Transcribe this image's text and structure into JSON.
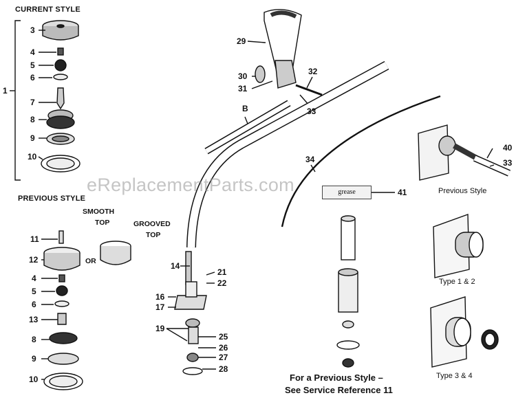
{
  "headings": {
    "current_style": "CURRENT STYLE",
    "previous_style": "PREVIOUS STYLE"
  },
  "captions": {
    "smooth_top": "SMOOTH\nTOP",
    "smooth_top_1": "SMOOTH",
    "smooth_top_2": "TOP",
    "grooved_top_1": "GROOVED",
    "grooved_top_2": "TOP",
    "or": "OR",
    "previous_style": "Previous Style",
    "type_1_2": "Type 1 & 2",
    "type_3_4": "Type 3 & 4",
    "grease": "grease",
    "note_line1": "For a Previous Style –",
    "note_line2": "See Service Reference 11"
  },
  "watermark": "eReplacementParts.com",
  "part_numbers": {
    "p1": "1",
    "p3": "3",
    "p4a": "4",
    "p5a": "5",
    "p6a": "6",
    "p7": "7",
    "p8a": "8",
    "p9a": "9",
    "p10a": "10",
    "p11": "11",
    "p12": "12",
    "p4b": "4",
    "p5b": "5",
    "p6b": "6",
    "p13": "13",
    "p8b": "8",
    "p9b": "9",
    "p10b": "10",
    "p14": "14",
    "p16": "16",
    "p17": "17",
    "p19": "19",
    "p21": "21",
    "p22": "22",
    "p25": "25",
    "p26": "26",
    "p27": "27",
    "p28": "28",
    "p29": "29",
    "p30": "30",
    "p31": "31",
    "p32": "32",
    "pB": "B",
    "p33a": "33",
    "p34": "34",
    "p40": "40",
    "p33b": "33",
    "p41": "41"
  }
}
